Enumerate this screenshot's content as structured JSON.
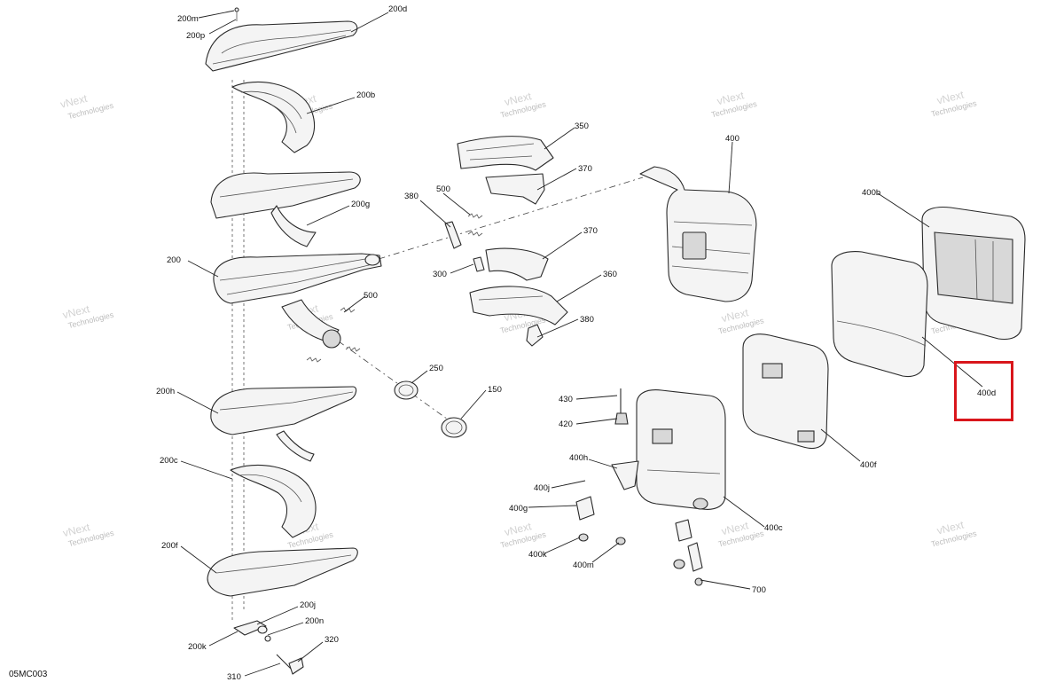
{
  "diagram_code": "05MC003",
  "watermark": [
    "vNext",
    "Technologies"
  ],
  "highlight": {
    "label": "400d",
    "color": "#d9161c"
  },
  "callouts": {
    "c200m": "200m",
    "c200p": "200p",
    "c200d": "200d",
    "c200b": "200b",
    "c200g": "200g",
    "c200": "200",
    "c200h": "200h",
    "c200c": "200c",
    "c200f": "200f",
    "c200j": "200j",
    "c200n": "200n",
    "c200k": "200k",
    "c320": "320",
    "c310": "310",
    "c350": "350",
    "c370a": "370",
    "c380a": "380",
    "c500a": "500",
    "c370b": "370",
    "c300": "300",
    "c360": "360",
    "c380b": "380",
    "c500b": "500",
    "c250": "250",
    "c150": "150",
    "c400": "400",
    "c400b": "400b",
    "c400d": "400d",
    "c400f": "400f",
    "c430": "430",
    "c420": "420",
    "c400h": "400h",
    "c400j": "400j",
    "c400g": "400g",
    "c400k": "400k",
    "c400m": "400m",
    "c400c": "400c",
    "c700": "700"
  }
}
